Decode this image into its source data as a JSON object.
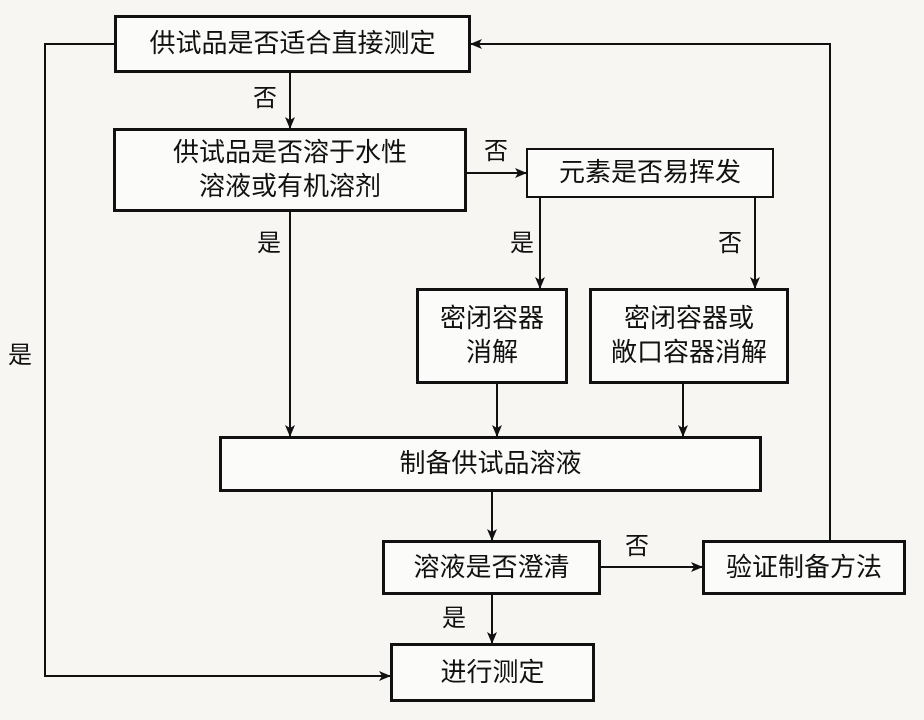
{
  "boxes": {
    "direct_measure": "供试品是否适合直接测定",
    "soluble": "供试品是否溶于水性\n溶液或有机溶剂",
    "volatile": "元素是否易挥发",
    "closed_digest": "密闭容器\n消解",
    "closed_or_open_digest": "密闭容器或\n敞口容器消解",
    "prepare_solution": "制备供试品溶液",
    "solution_clear": "溶液是否澄清",
    "validate_method": "验证制备方法",
    "measure": "进行测定"
  },
  "labels": {
    "no_direct": "否",
    "no_soluble": "否",
    "yes_soluble": "是",
    "yes_volatile": "是",
    "no_volatile": "否",
    "yes_direct": "是",
    "no_clear": "否",
    "yes_clear": "是"
  }
}
